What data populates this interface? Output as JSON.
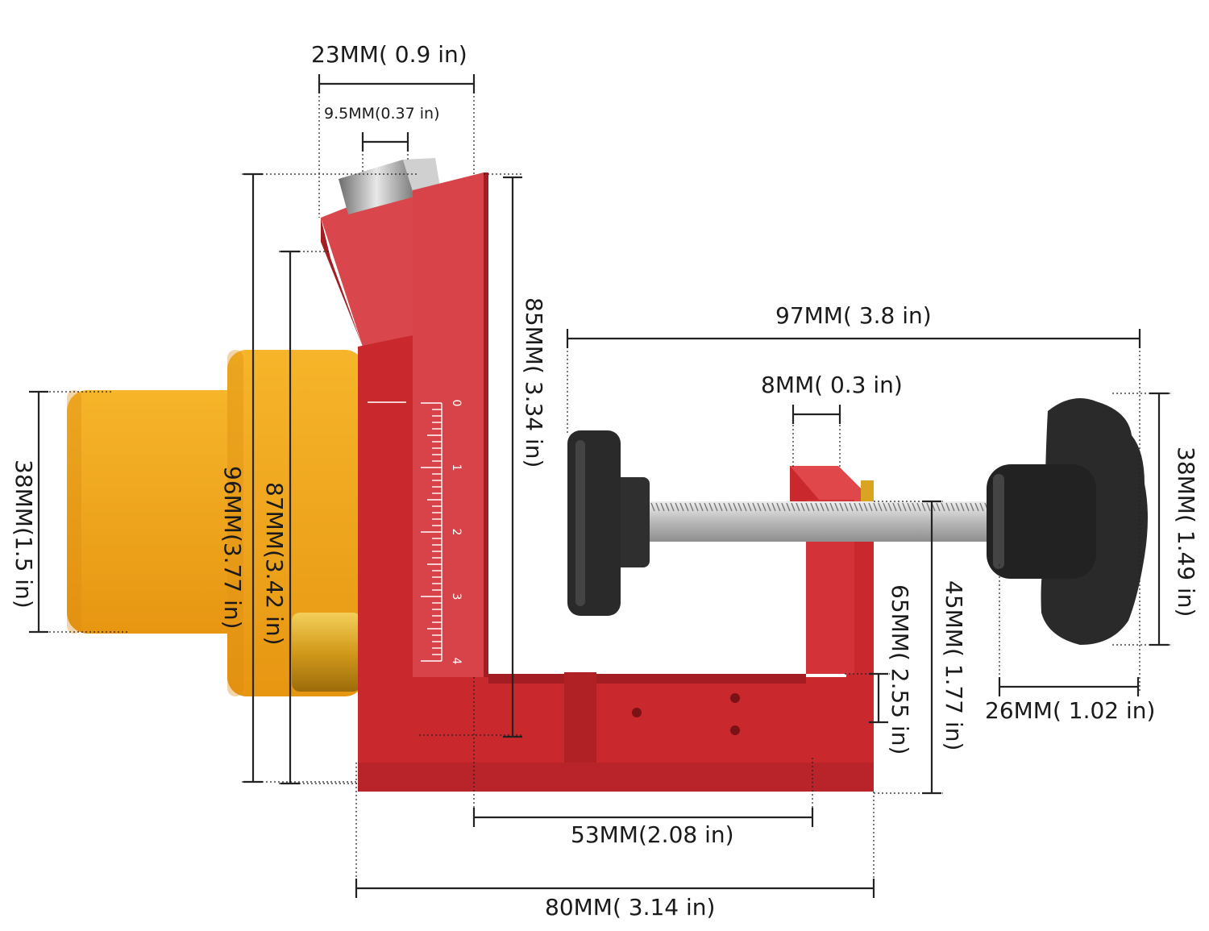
{
  "colors": {
    "bracket": "#c9282d",
    "bracket_light": "#e0474b",
    "bracket_dark": "#a31d22",
    "bushing": "#f2a81c",
    "bushing_shadow": "#d98a0e",
    "knob": "#2a2a2a",
    "screw": "#c8c8c8",
    "brass": "#d9a520",
    "line": "#222222"
  },
  "icons": {
    "bit": "drill-bit-icon",
    "bushing": "drill-guide-bushing-icon",
    "clamp_pad": "clamp-pad-icon",
    "clamp_knob": "star-knob-icon",
    "lead_screw": "threaded-screw-icon"
  },
  "scale_ticks": [
    "0",
    "1",
    "2",
    "3",
    "4"
  ],
  "dimensions": {
    "top_width": "23MM( 0.9 in)",
    "bit_diameter": "9.5MM(0.37 in)",
    "overall_height": "96MM(3.77 in)",
    "body_height": "87MM(3.42 in)",
    "bushing_diameter": "38MM(1.5 in)",
    "fence_height": "85MM( 3.34 in)",
    "clamp_reach": "97MM( 3.8 in)",
    "screw_diameter": "8MM( 0.3 in)",
    "knob_diameter": "38MM( 1.49 in)",
    "knob_thickness": "26MM( 1.02 in)",
    "jaw_height": "45MM( 1.77 in)",
    "jaw_depth": "65MM( 2.55 in)",
    "base_inner": "53MM(2.08 in)",
    "base_overall": "80MM( 3.14 in)"
  }
}
